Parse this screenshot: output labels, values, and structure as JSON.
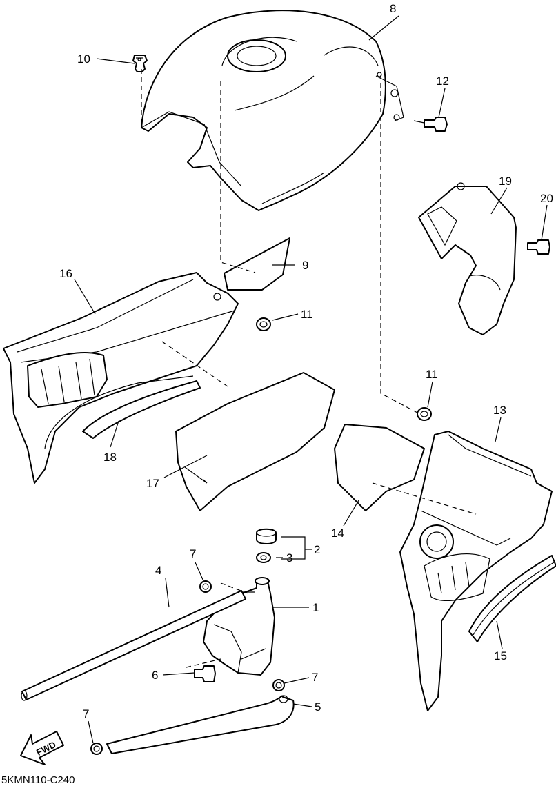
{
  "diagram": {
    "code": "5KMN110-C240",
    "fwd_label": "FWD",
    "callouts": {
      "c1": "1",
      "c2": "2",
      "c3": "3",
      "c4": "4",
      "c5": "5",
      "c6": "6",
      "c7a": "7",
      "c7b": "7",
      "c7c": "7",
      "c8": "8",
      "c9": "9",
      "c10": "10",
      "c11a": "11",
      "c11b": "11",
      "c12": "12",
      "c13": "13",
      "c14": "14",
      "c15": "15",
      "c16": "16",
      "c17": "17",
      "c18": "18",
      "c19": "19",
      "c20": "20"
    }
  }
}
